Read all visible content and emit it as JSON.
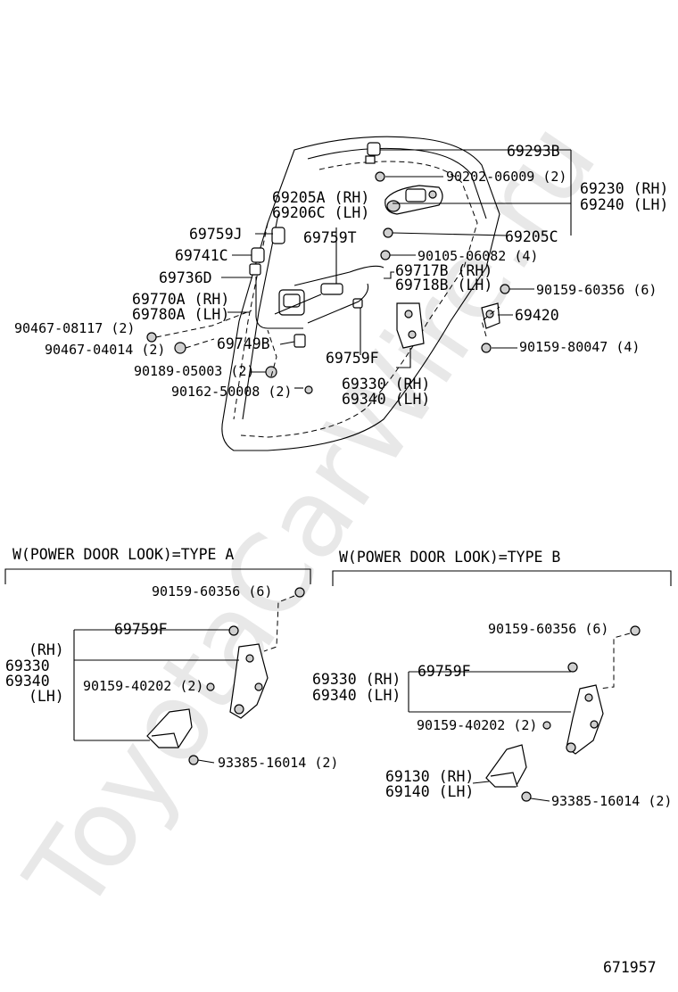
{
  "watermark": "ToyotaCarWire.ru",
  "diagram_number": "671957",
  "main": {
    "labels": {
      "p69293B": "69293B",
      "p90202": "90202-06009 (2)",
      "p69230": "69230 (RH)",
      "p69240": "69240 (LH)",
      "p69205A": "69205A (RH)",
      "p69206C": "69206C (LH)",
      "p69759J": "69759J",
      "p69759T": "69759T",
      "p69205C": "69205C",
      "p69741C": "69741C",
      "p90105": "90105-06082 (4)",
      "p69736D": "69736D",
      "p69717B": "69717B (RH)",
      "p69718B": "69718B (LH)",
      "p90159_60356": "90159-60356 (6)",
      "p69770A": "69770A (RH)",
      "p69780A": "69780A (LH)",
      "p69420": "69420",
      "p90467_08117": "90467-08117 (2)",
      "p90467_04014": "90467-04014 (2)",
      "p69749B": "69749B",
      "p90159_80047": "90159-80047 (4)",
      "p69759F": "69759F",
      "p90189": "90189-05003 (2)",
      "p69330": "69330 (RH)",
      "p90162": "90162-50008 (2)",
      "p69340": "69340 (LH)"
    }
  },
  "type_a": {
    "heading": "W(POWER DOOR LOOK)=TYPE A",
    "labels": {
      "p90159_60356": "90159-60356 (6)",
      "p69759F": "69759F",
      "rh": "(RH)",
      "p69330": "69330",
      "p69340": "69340",
      "lh": "(LH)",
      "p90159_40202": "90159-40202 (2)",
      "p93385": "93385-16014 (2)"
    }
  },
  "type_b": {
    "heading": "W(POWER DOOR LOOK)=TYPE B",
    "labels": {
      "p90159_60356": "90159-60356 (6)",
      "p69759F": "69759F",
      "p69330": "69330 (RH)",
      "p69340": "69340 (LH)",
      "p90159_40202": "90159-40202 (2)",
      "p69130": "69130 (RH)",
      "p69140": "69140 (LH)",
      "p93385": "93385-16014 (2)"
    }
  }
}
